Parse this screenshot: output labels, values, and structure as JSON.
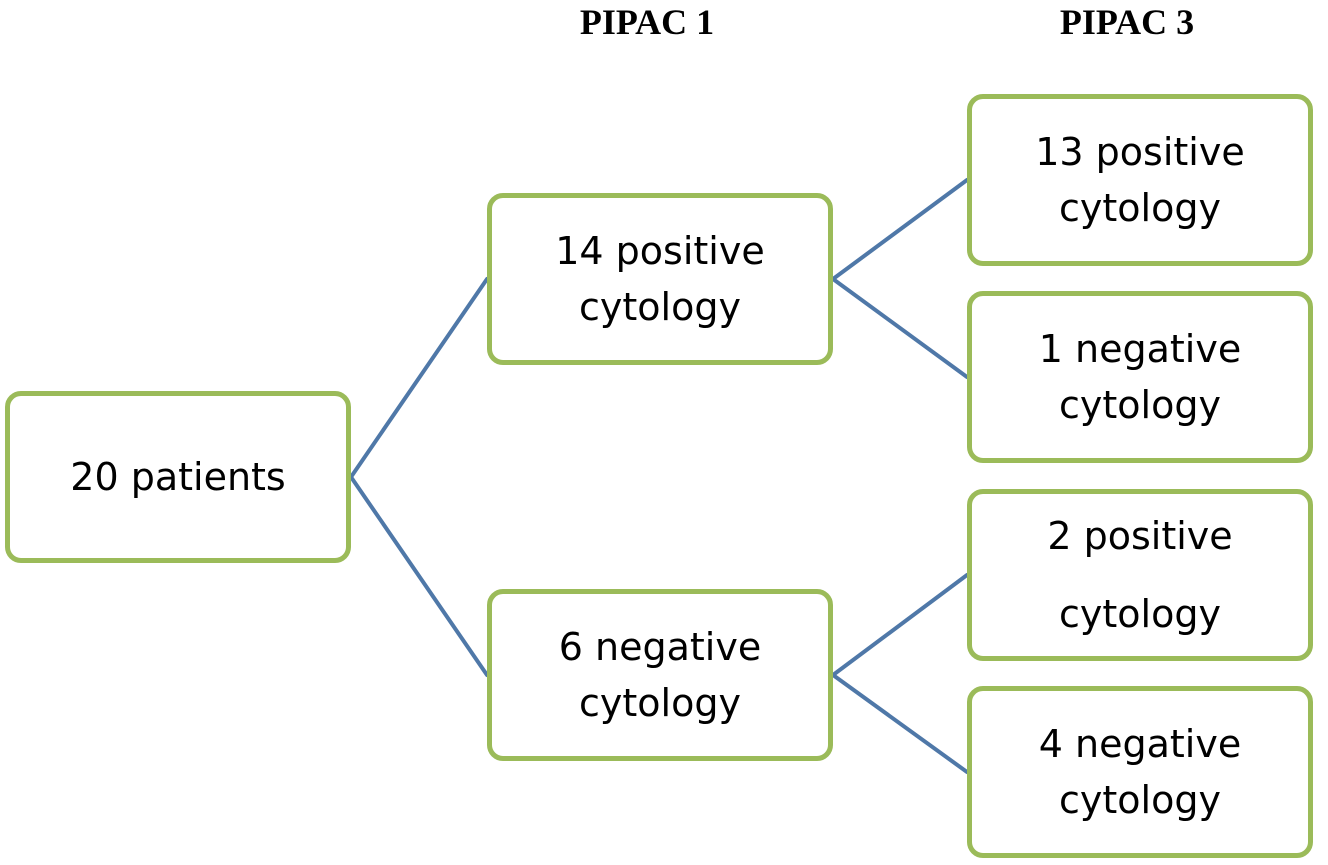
{
  "headers": {
    "pipac1": "PIPAC 1",
    "pipac3": "PIPAC 3"
  },
  "nodes": {
    "root": {
      "line1": "20 patients"
    },
    "pipac1_positive": {
      "line1": "14 positive",
      "line2": "cytology"
    },
    "pipac1_negative": {
      "line1": "6 negative",
      "line2": "cytology"
    },
    "pipac3_pos_positive": {
      "line1": "13 positive",
      "line2": "cytology"
    },
    "pipac3_pos_negative": {
      "line1": "1 negative",
      "line2": "cytology"
    },
    "pipac3_neg_positive": {
      "line1": "2 positive",
      "line2": "cytology"
    },
    "pipac3_neg_negative": {
      "line1": "4 negative",
      "line2": "cytology"
    }
  },
  "colors": {
    "box_border": "#9bbb59",
    "connector": "#4f78a8"
  }
}
